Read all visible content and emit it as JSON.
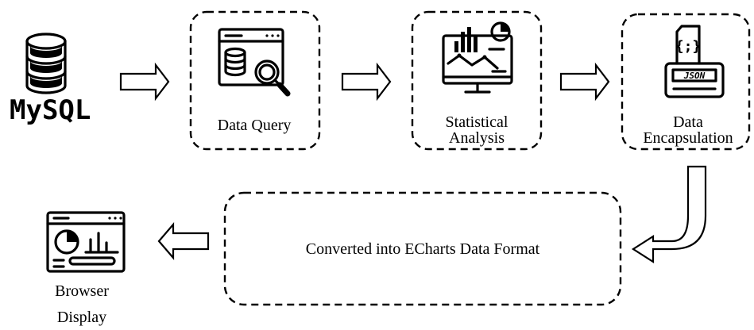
{
  "source": {
    "label": "MySQL",
    "icon": "database-icon"
  },
  "steps": [
    {
      "label": "Data Query",
      "icon": "data-query-icon"
    },
    {
      "label_line1": "Statistical",
      "label_line2": "Analysis",
      "icon": "statistics-dashboard-icon"
    },
    {
      "label_line1": "Data",
      "label_line2": "Encapsulation",
      "icon": "json-printer-icon"
    }
  ],
  "conversion": {
    "label": "Converted into ECharts Data Format"
  },
  "output": {
    "label_line1": "Browser",
    "label_line2": "Display",
    "icon": "browser-chart-icon"
  },
  "colors": {
    "stroke": "#000000",
    "background": "#ffffff"
  }
}
